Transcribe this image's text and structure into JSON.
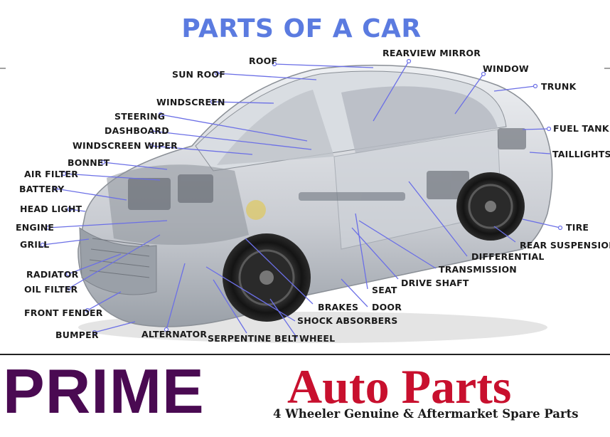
{
  "title": "PARTS OF A CAR",
  "labels": {
    "roof": "ROOF",
    "rearview_mirror": "REARVIEW MIRROR",
    "sun_roof": "SUN ROOF",
    "window": "WINDOW",
    "trunk": "TRUNK",
    "windscreen": "WINDSCREEN",
    "steering": "STEERING",
    "dashboard": "DASHBOARD",
    "fuel_tank": "FUEL TANK",
    "windscreen_wiper": "WINDSCREEN WIPER",
    "taillights": "TAILLIGHTS",
    "bonnet": "BONNET",
    "air_filter": "AIR FILTER",
    "battery": "BATTERY",
    "head_light": "HEAD LIGHT",
    "engine": "ENGINE",
    "tire": "TIRE",
    "grill": "GRILL",
    "rear_suspension": "REAR SUSPENSION",
    "differential": "DIFFERENTIAL",
    "transmission": "TRANSMISSION",
    "radiator": "RADIATOR",
    "drive_shaft": "DRIVE SHAFT",
    "oil_filter": "OIL FILTER",
    "seat": "SEAT",
    "brakes": "BRAKES",
    "door": "DOOR",
    "front_fender": "FRONT FENDER",
    "shock_absorbers": "SHOCK ABSORBERS",
    "bumper": "BUMPER",
    "alternator": "ALTERNATOR",
    "serpentine_belt": "SERPENTINE BELT",
    "wheel": "WHEEL"
  },
  "banner": {
    "brand_left": "PRIME",
    "brand_right": "Auto Parts",
    "tagline": "4 Wheeler Genuine & Aftermarket Spare Parts"
  },
  "colors": {
    "title": "#5b7be0",
    "leader": "#6b6fe6",
    "brand_left": "#4a0a52",
    "brand_right": "#c8102e"
  }
}
